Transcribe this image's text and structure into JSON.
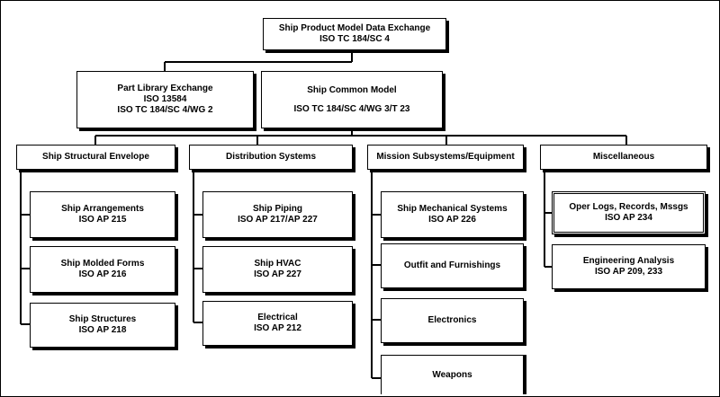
{
  "root": {
    "line1": "Ship Product Model Data Exchange",
    "line2": "ISO TC 184/SC 4"
  },
  "second_level": {
    "part_library": {
      "line1": "Part Library Exchange",
      "line2": "ISO 13584",
      "line3": "ISO TC 184/SC 4/WG 2"
    },
    "common_model": {
      "line1": "Ship Common Model",
      "line2": "ISO TC 184/SC 4/WG 3/T 23"
    }
  },
  "categories": [
    {
      "label": "Ship Structural Envelope",
      "items": [
        {
          "line1": "Ship Arrangements",
          "line2": "ISO AP 215"
        },
        {
          "line1": "Ship Molded Forms",
          "line2": "ISO AP 216"
        },
        {
          "line1": "Ship Structures",
          "line2": "ISO AP 218"
        }
      ]
    },
    {
      "label": "Distribution Systems",
      "items": [
        {
          "line1": "Ship Piping",
          "line2": "ISO AP 217/AP 227"
        },
        {
          "line1": "Ship HVAC",
          "line2": "ISO AP 227"
        },
        {
          "line1": "Electrical",
          "line2": "ISO AP 212"
        }
      ]
    },
    {
      "label": "Mission Subsystems/Equipment",
      "items": [
        {
          "line1": "Ship Mechanical Systems",
          "line2": "ISO AP 226"
        },
        {
          "line1": "Outfit and Furnishings",
          "line2": ""
        },
        {
          "line1": "Electronics",
          "line2": ""
        },
        {
          "line1": "Weapons",
          "line2": ""
        }
      ]
    },
    {
      "label": "Miscellaneous",
      "items": [
        {
          "line1": "Oper Logs, Records, Mssgs",
          "line2": "ISO AP 234"
        },
        {
          "line1": "Engineering Analysis",
          "line2": "ISO AP 209, 233"
        }
      ]
    }
  ]
}
